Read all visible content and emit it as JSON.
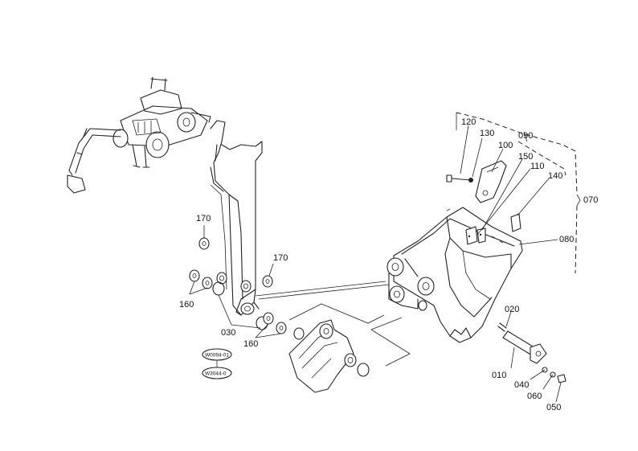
{
  "callouts": {
    "c010": "010",
    "c020": "020",
    "c030": "030",
    "c040": "040",
    "c050": "050",
    "c060": "060",
    "c070": "070",
    "c080": "080",
    "c090": "090",
    "c100": "100",
    "c110": "110",
    "c120": "120",
    "c130": "130",
    "c140": "140",
    "c150": "150",
    "c160a": "160",
    "c160b": "160",
    "c170a": "170",
    "c170b": "170"
  },
  "refs": {
    "top": "W0094-01",
    "bottom": "W3044-0"
  }
}
